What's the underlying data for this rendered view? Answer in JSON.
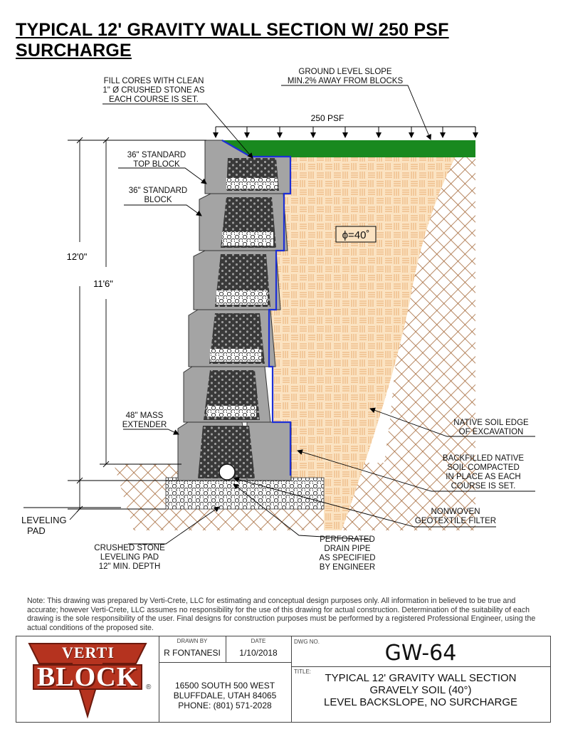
{
  "title": "TYPICAL 12' GRAVITY WALL SECTION W/ 250 PSF SURCHARGE",
  "labels": {
    "fill_cores": [
      "FILL CORES WITH CLEAN",
      "1\" Ø CRUSHED STONE AS",
      "EACH COURSE IS SET."
    ],
    "ground_slope": [
      "GROUND LEVEL SLOPE",
      "MIN.2% AWAY FROM BLOCKS"
    ],
    "surcharge": "250 PSF",
    "top_block": [
      "36\" STANDARD",
      "TOP BLOCK"
    ],
    "std_block": [
      "36\" STANDARD",
      "BLOCK"
    ],
    "friction": "ϕ=40˚",
    "dim_total": "12'0\"",
    "dim_exposed": "11'6\"",
    "mass_extender": [
      "48\" MASS",
      "EXTENDER"
    ],
    "native_edge": [
      "NATIVE SOIL EDGE",
      "OF EXCAVATION"
    ],
    "backfill": [
      "BACKFILLED NATIVE",
      "SOIL COMPACTED",
      "IN PLACE AS EACH",
      "COURSE IS SET."
    ],
    "leveling_pad": [
      "LEVELING",
      "PAD"
    ],
    "geotextile": [
      "NONWOVEN",
      "GEOTEXTILE FILTER"
    ],
    "crushed_stone": [
      "CRUSHED STONE",
      "LEVELING PAD",
      "12\" MIN. DEPTH"
    ],
    "drain_pipe": [
      "PERFORATED",
      "DRAIN PIPE",
      "AS SPECIFIED",
      "BY ENGINEER"
    ]
  },
  "note": "Note: This drawing was prepared by Verti-Crete, LLC for estimating and conceptual design purposes only.  All information in believed to be true and accurate; however Verti-Crete, LLC assumes no responsibility for the use of this drawing for actual construction.  Determination of the suitability of each drawing is the sole responsibility of the user.  Final designs for construction purposes must be performed by a registered Professional Engineer, using the actual conditions of the proposed site.",
  "title_block": {
    "logo_top": "VERTI",
    "logo_main": "BLOCK",
    "logo_mark": "®",
    "drawn_by_label": "DRAWN BY",
    "drawn_by": "R FONTANESI",
    "date_label": "DATE",
    "date": "1/10/2018",
    "dwg_label": "DWG NO.",
    "dwg_no": "GW-64",
    "address": [
      "16500 SOUTH 500 WEST",
      "BLUFFDALE, UTAH 84065",
      "PHONE: (801) 571-2028"
    ],
    "title_label": "TITLE:",
    "title_lines": [
      "TYPICAL 12' GRAVITY WALL SECTION",
      "GRAVELY SOIL (40°)",
      "LEVEL BACKSLOPE, NO SURCHARGE"
    ]
  },
  "colors": {
    "backfill": "#fbe3c2",
    "backfill_line": "#e7a86a",
    "native_soil": "#a56a3b",
    "grass": "#19891f",
    "block": "#a4a4a4",
    "block_dark": "#5a5a5a",
    "gravel": "#3d3d3d",
    "filter": "#1d2fd6",
    "brand": "#b5331f"
  }
}
